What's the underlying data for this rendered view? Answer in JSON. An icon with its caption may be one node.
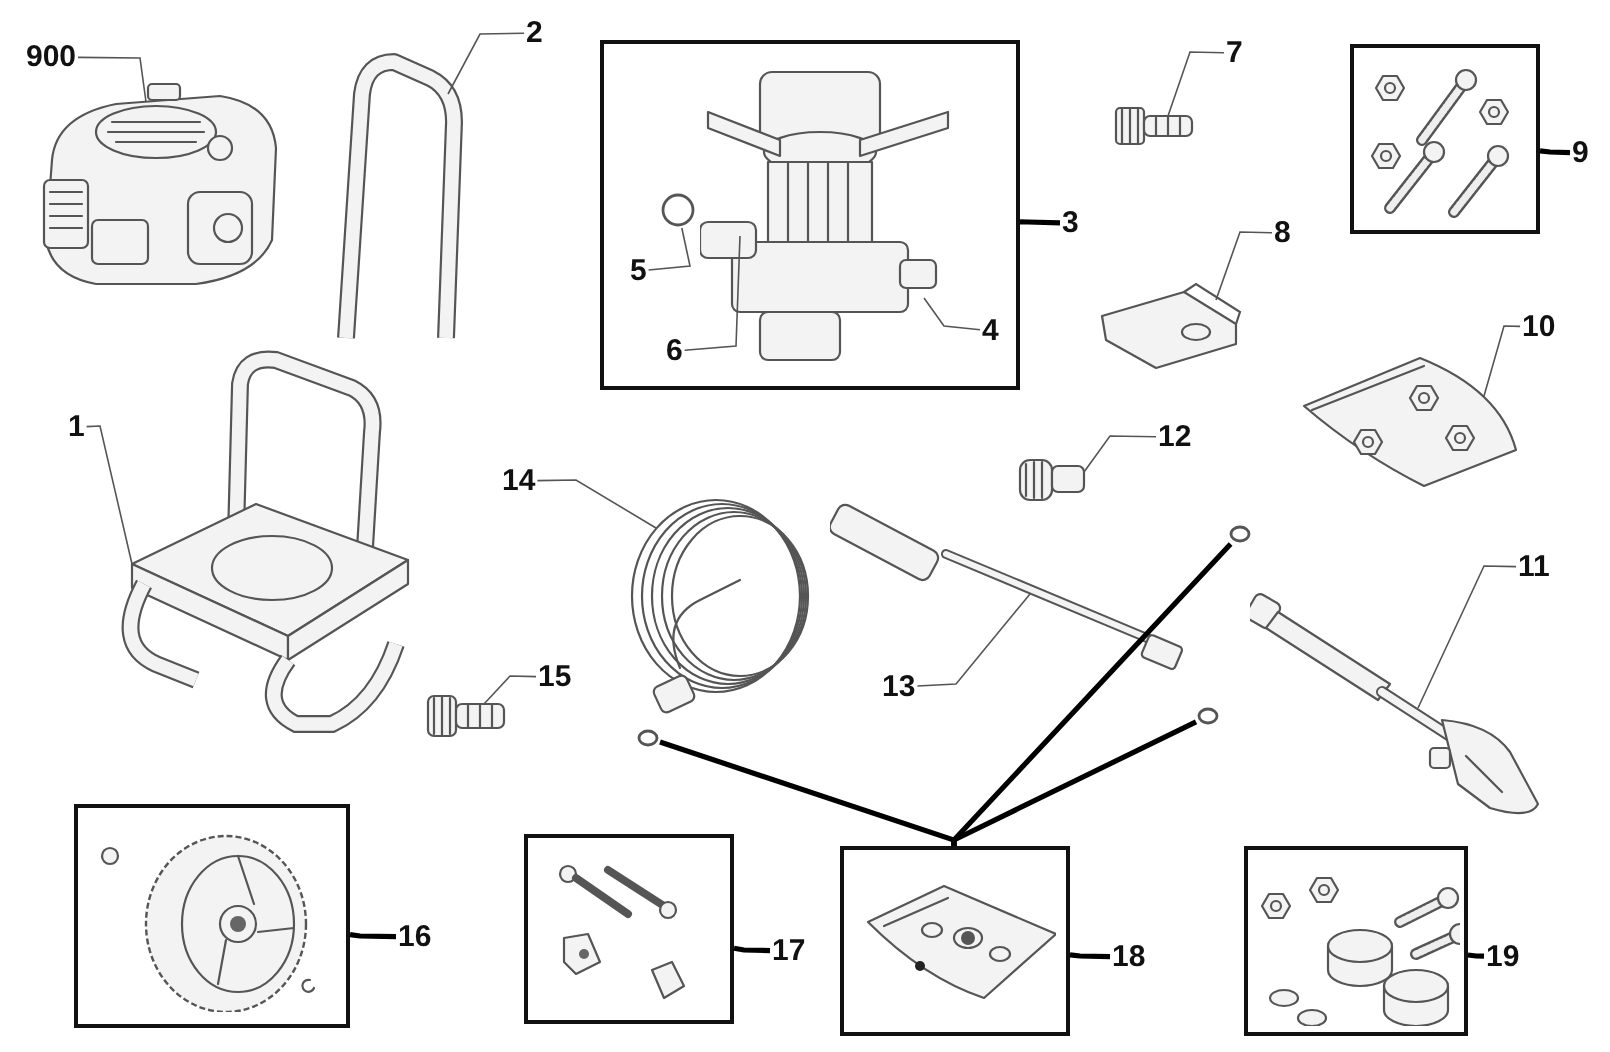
{
  "diagram": {
    "nodes": [
      {
        "text": [
          "900"
        ]
      },
      {
        "text": [],
        "shape": "picture"
      },
      {
        "text": [
          "2"
        ]
      },
      {
        "text": [],
        "shape": "picture"
      },
      {
        "text": [
          "1"
        ]
      },
      {
        "text": [],
        "shape": "picture"
      },
      {
        "text": [
          "3"
        ]
      },
      {
        "text": [],
        "shape": "box"
      },
      {
        "text": [
          "5"
        ],
        "in": 7
      },
      {
        "text": [],
        "shape": "circle",
        "in": 7
      },
      {
        "text": [
          "6"
        ],
        "in": 7
      },
      {
        "text": [
          "4"
        ],
        "in": 7
      },
      {
        "text": [
          "7"
        ]
      },
      {
        "text": [],
        "shape": "picture"
      },
      {
        "text": [
          "8"
        ]
      },
      {
        "text": [],
        "shape": "picture"
      },
      {
        "text": [
          "9"
        ]
      },
      {
        "text": [],
        "shape": "box"
      },
      {
        "text": [
          "10"
        ]
      },
      {
        "text": [],
        "shape": "picture"
      },
      {
        "text": [
          "12"
        ]
      },
      {
        "text": [],
        "shape": "picture"
      },
      {
        "text": [
          "14"
        ]
      },
      {
        "text": [],
        "shape": "picture"
      },
      {
        "text": [
          "13"
        ]
      },
      {
        "text": [],
        "shape": "picture"
      },
      {
        "text": [
          "11"
        ]
      },
      {
        "text": [],
        "shape": "picture"
      },
      {
        "text": [
          "15"
        ]
      },
      {
        "text": [],
        "shape": "picture"
      },
      {
        "text": [
          "16"
        ]
      },
      {
        "text": [],
        "shape": "box"
      },
      {
        "text": [
          "17"
        ]
      },
      {
        "text": [],
        "shape": "box"
      },
      {
        "text": [
          "18"
        ]
      },
      {
        "text": [],
        "shape": "box"
      },
      {
        "text": [
          "19"
        ]
      },
      {
        "text": [],
        "shape": "box"
      },
      {
        "text": [],
        "shape": "circle"
      },
      {
        "text": [],
        "shape": "circle"
      },
      {
        "text": [],
        "shape": "circle"
      }
    ],
    "edges": [
      {
        "from": 0,
        "to": 1,
        "arrow": "none"
      },
      {
        "from": 2,
        "to": 3,
        "arrow": "none"
      },
      {
        "from": 4,
        "to": 5,
        "arrow": "none"
      },
      {
        "from": 6,
        "to": 7,
        "arrow": "none",
        "style": "thick"
      },
      {
        "from": 8,
        "to": 9,
        "arrow": "none"
      },
      {
        "from": 10,
        "to": null,
        "arrow": "none"
      },
      {
        "from": 11,
        "to": null,
        "arrow": "none"
      },
      {
        "from": 12,
        "to": 13,
        "arrow": "none"
      },
      {
        "from": 14,
        "to": 15,
        "arrow": "none"
      },
      {
        "from": 16,
        "to": 17,
        "arrow": "none",
        "style": "thick"
      },
      {
        "from": 18,
        "to": 19,
        "arrow": "none"
      },
      {
        "from": 20,
        "to": 21,
        "arrow": "none"
      },
      {
        "from": 22,
        "to": 23,
        "arrow": "none"
      },
      {
        "from": 24,
        "to": 25,
        "arrow": "none"
      },
      {
        "from": 26,
        "to": 27,
        "arrow": "none"
      },
      {
        "from": 28,
        "to": 29,
        "arrow": "none"
      },
      {
        "from": 30,
        "to": 31,
        "arrow": "none",
        "style": "thick"
      },
      {
        "from": 32,
        "to": 33,
        "arrow": "none",
        "style": "thick"
      },
      {
        "from": 34,
        "to": 35,
        "arrow": "none",
        "style": "thick"
      },
      {
        "from": 36,
        "to": 37,
        "arrow": "none",
        "style": "thick"
      },
      {
        "from": 35,
        "to": 38,
        "arrow": "none",
        "style": "thick"
      },
      {
        "from": 35,
        "to": 39,
        "arrow": "none",
        "style": "thick"
      },
      {
        "from": 35,
        "to": 40,
        "arrow": "none",
        "style": "thick"
      }
    ]
  }
}
